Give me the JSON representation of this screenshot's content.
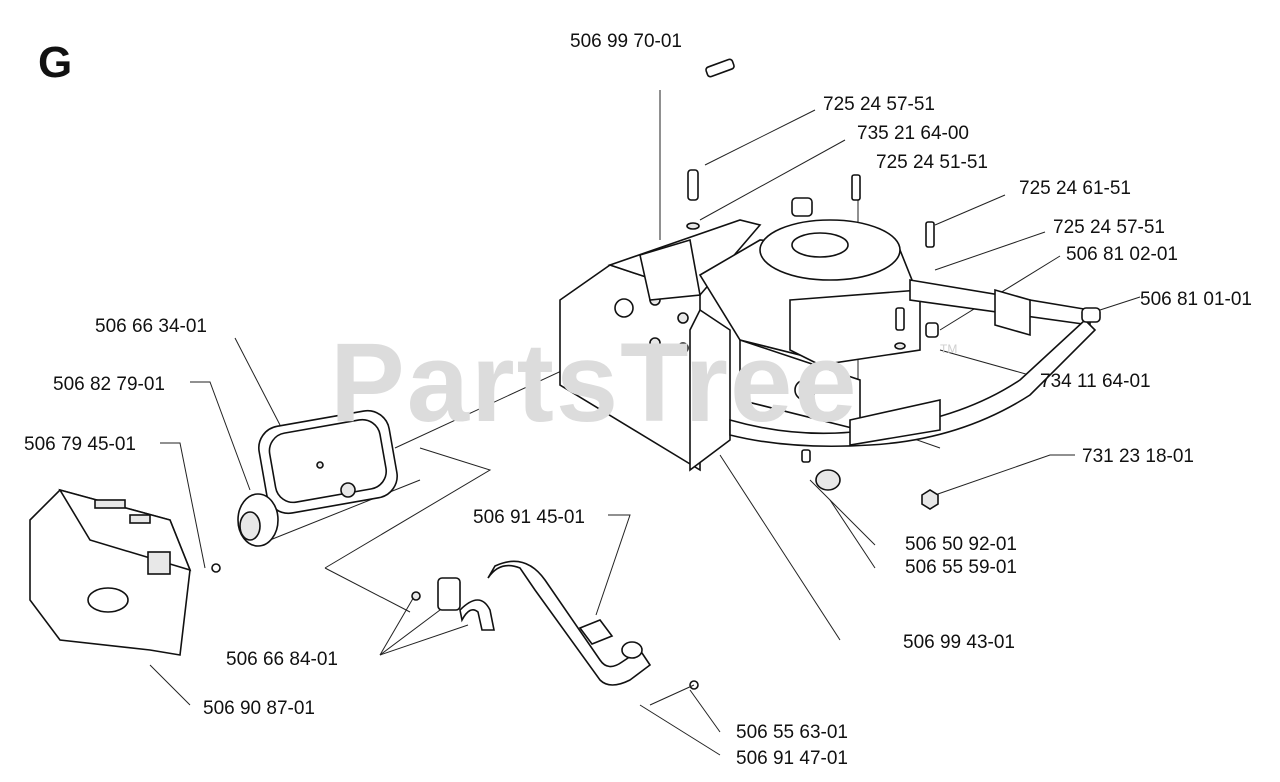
{
  "diagram": {
    "section_letter": "G",
    "watermark": "PartsTree",
    "watermark_mark": "TM",
    "part_labels": [
      "506 99 70-01",
      "725 24 57-51",
      "735 21 64-00",
      "725 24 51-51",
      "725 24 61-51",
      "725 24 57-51",
      "506 81 02-01",
      "506 81 01-01",
      "506 66 34-01",
      "506 82 79-01",
      "734 11 64-01",
      "506 79 45-01",
      "731 23 18-01",
      "506 91 45-01",
      "506 50 92-01",
      "506 55 59-01",
      "506 66 84-01",
      "506 99 43-01",
      "506 90 87-01",
      "506 55 63-01",
      "506 91 47-01"
    ]
  }
}
